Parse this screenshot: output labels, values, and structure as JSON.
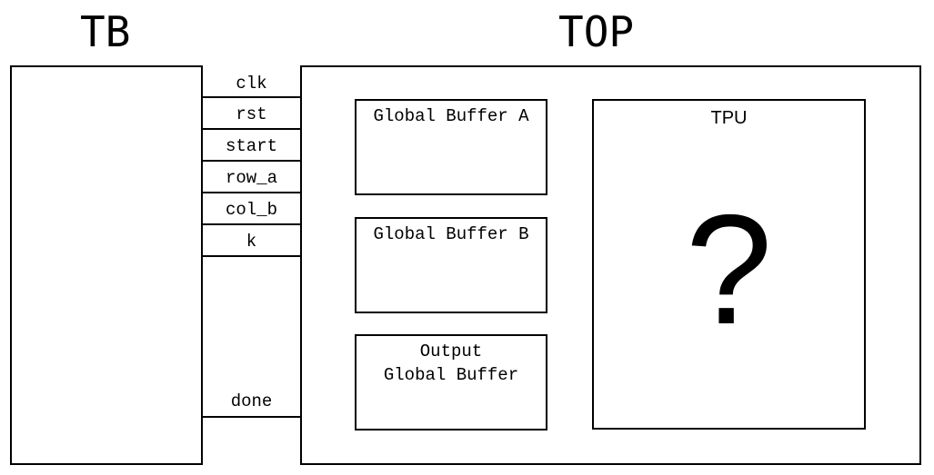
{
  "tb": {
    "title": "TB"
  },
  "top": {
    "title": "TOP"
  },
  "signals": [
    {
      "name": "clk"
    },
    {
      "name": "rst"
    },
    {
      "name": "start"
    },
    {
      "name": "row_a"
    },
    {
      "name": "col_b"
    },
    {
      "name": "k"
    },
    {
      "name": "done"
    }
  ],
  "buffers": {
    "a": "Global Buffer A",
    "b": "Global Buffer B",
    "output_line1": "Output",
    "output_line2": "Global Buffer"
  },
  "tpu": {
    "label": "TPU",
    "symbol": "?"
  }
}
